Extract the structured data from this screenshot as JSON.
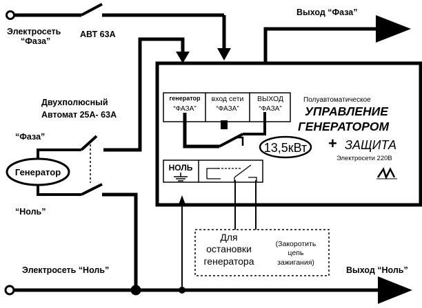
{
  "labels": {
    "mains_phase_line1": "Электросеть",
    "mains_phase_line2": "“Фаза”",
    "breaker_main": "АВТ 63А",
    "output_phase": "Выход  “Фаза”",
    "two_pole_line1": "Двухполюсный",
    "two_pole_line2": "Автомат 25А- 63А",
    "gen_phase": "“Фаза”",
    "generator": "Генератор",
    "gen_neutral": "“Ноль”",
    "mains_neutral": "Электросеть  “Ноль”",
    "output_neutral": "Выход  “Ноль”"
  },
  "device": {
    "col_generator_line1": "генератор",
    "col_generator_line2": "“ФАЗА”",
    "col_mains_line1": "вход сети",
    "col_mains_line2": "“ФАЗА”",
    "col_output_line1": "ВЫХОД",
    "col_output_line2": "“ФАЗА”",
    "subtitle": "Полуавтоматическое",
    "title_line1": "УПРАВЛЕНИЕ",
    "title_line2": "ГЕНЕРАТОРОМ",
    "plus": "+",
    "title_line3": "ЗАЩИТА",
    "power": "13,5кВт",
    "mains_voltage": "Электросети 220В",
    "neutral": "НОЛЬ"
  },
  "stop_box": {
    "line1": "Для",
    "line2": "остановки",
    "line3": "генератора",
    "note_line1": "(Закоротить",
    "note_line2": "цепь",
    "note_line3": "зажигания)"
  }
}
